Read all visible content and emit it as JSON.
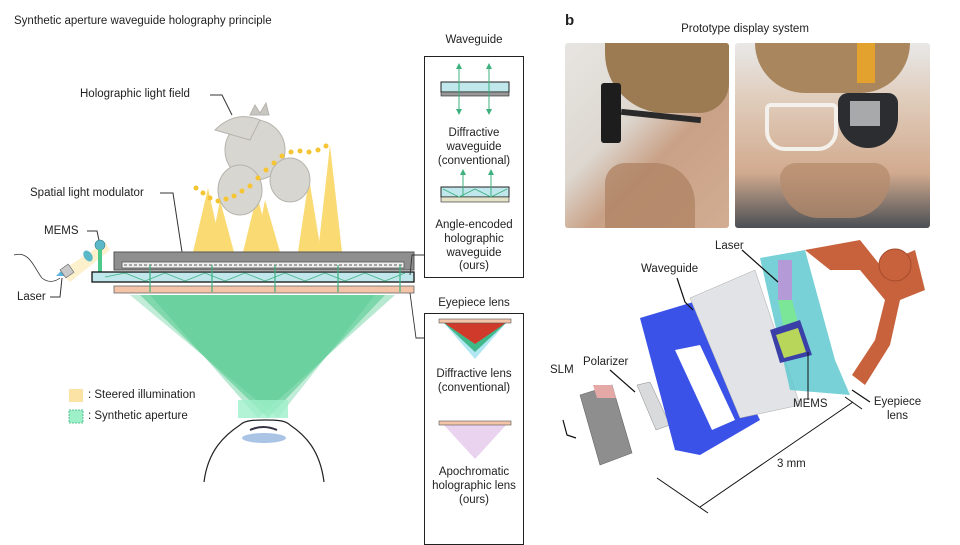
{
  "panel_a": {
    "title": "Synthetic aperture waveguide holography principle",
    "labels": {
      "holographic_light_field": "Holographic light field",
      "spatial_light_modulator": "Spatial light modulator",
      "mems": "MEMS",
      "laser": "Laser"
    },
    "legend": [
      {
        "label": ": Steered illumination",
        "color": "#fbe3a6"
      },
      {
        "label": ": Synthetic aperture",
        "color": "#9ef0c9"
      }
    ],
    "waveguide_box": {
      "title": "Waveguide",
      "conventional": [
        "Diffractive",
        "waveguide",
        "(conventional)"
      ],
      "ours": [
        "Angle-encoded",
        "holographic",
        "waveguide",
        "(ours)"
      ]
    },
    "eyepiece_box": {
      "title": "Eyepiece lens",
      "conventional": [
        "Diffractive lens",
        "(conventional)"
      ],
      "ours": [
        "Apochromatic",
        "holographic lens",
        "(ours)"
      ]
    },
    "colors": {
      "steered": "#f9cf45",
      "aperture_green": "#4cc98b",
      "waveguide_fill": "#bfe7ec",
      "slm_gray": "#8f8f8f",
      "lens_peach": "#f4c4a8"
    }
  },
  "panel_b": {
    "letter": "b",
    "title": "Prototype display system",
    "photos": [
      {
        "name": "side-profile-photo"
      },
      {
        "name": "front-view-photo"
      }
    ],
    "labels": {
      "laser": "Laser",
      "waveguide": "Waveguide",
      "polarizer": "Polarizer",
      "slm": "SLM",
      "mems": "MEMS",
      "eyepiece_line1": "Eyepiece",
      "eyepiece_line2": "lens",
      "scale": "3 mm"
    }
  }
}
